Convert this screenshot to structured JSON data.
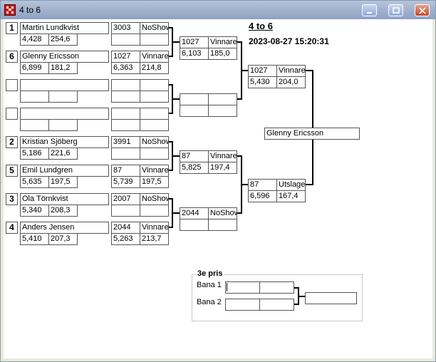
{
  "window": {
    "title": "4 to 6"
  },
  "header": {
    "title": "4 to 6",
    "datetime": "2023-08-27 15:20:31"
  },
  "round1": [
    {
      "seed": "1",
      "name": "Martin Lundkvist",
      "score_a": "4,428",
      "score_b": "254,6",
      "match": "3003",
      "result": "NoShow",
      "match_a": "",
      "match_b": ""
    },
    {
      "seed": "6",
      "name": "Glenny Ericsson",
      "score_a": "6,899",
      "score_b": "181,2",
      "match": "1027",
      "result": "Vinnare",
      "match_a": "6,363",
      "match_b": "214,8"
    },
    {
      "seed": "",
      "name": "",
      "score_a": "",
      "score_b": "",
      "match": "",
      "result": "",
      "match_a": "",
      "match_b": ""
    },
    {
      "seed": "",
      "name": "",
      "score_a": "",
      "score_b": "",
      "match": "",
      "result": "",
      "match_a": "",
      "match_b": ""
    },
    {
      "seed": "2",
      "name": "Kristian Sjöberg",
      "score_a": "5,186",
      "score_b": "221,6",
      "match": "3991",
      "result": "NoShow",
      "match_a": "",
      "match_b": ""
    },
    {
      "seed": "5",
      "name": "Emil Lundgren",
      "score_a": "5,635",
      "score_b": "197,5",
      "match": "87",
      "result": "Vinnare",
      "match_a": "5,739",
      "match_b": "197,5"
    },
    {
      "seed": "3",
      "name": "Ola Törnkvist",
      "score_a": "5,340",
      "score_b": "208,3",
      "match": "2007",
      "result": "NoShow",
      "match_a": "",
      "match_b": ""
    },
    {
      "seed": "4",
      "name": "Anders Jensen",
      "score_a": "5,410",
      "score_b": "207,3",
      "match": "2044",
      "result": "Vinnare",
      "match_a": "5,263",
      "match_b": "213,7"
    }
  ],
  "round2": [
    {
      "match": "1027",
      "result": "Vinnare",
      "score_a": "6,103",
      "score_b": "185,0"
    },
    {
      "match": "",
      "result": "",
      "score_a": "",
      "score_b": ""
    },
    {
      "match": "87",
      "result": "Vinnare",
      "score_a": "5,825",
      "score_b": "197,4"
    },
    {
      "match": "2044",
      "result": "NoShow",
      "score_a": "",
      "score_b": ""
    }
  ],
  "semis": [
    {
      "match": "1027",
      "result": "Vinnare",
      "score_a": "5,430",
      "score_b": "204,0"
    },
    {
      "match": "87",
      "result": "Utslager",
      "score_a": "6,596",
      "score_b": "167,4"
    }
  ],
  "final": {
    "winner": "Glenny Ericsson"
  },
  "third_place": {
    "legend": "3e pris",
    "lane1_label": "Bana 1",
    "lane2_label": "Bana 2",
    "lane1_a": "",
    "lane1_b": "",
    "lane2_a": "",
    "lane2_b": "",
    "winner": ""
  },
  "colors": {
    "titlebar": "#9fb0cc",
    "window_bg": "#ffffff",
    "app_icon": "#c81818"
  }
}
